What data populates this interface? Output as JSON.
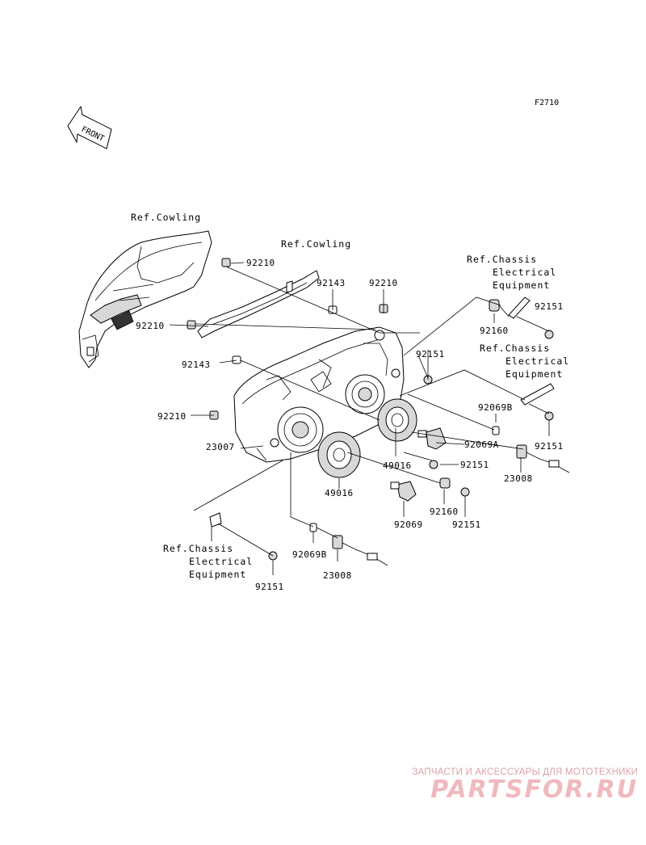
{
  "figure_code": "F2710",
  "front_arrow": "FRONT",
  "labels": {
    "ref_cowling_left": "Ref.Cowling",
    "ref_cowling_right": "Ref.Cowling",
    "ref_chassis_top_1": "Ref.Chassis",
    "ref_chassis_top_2": "Electrical",
    "ref_chassis_top_3": "Equipment",
    "ref_chassis_mid_1": "Ref.Chassis",
    "ref_chassis_mid_2": "Electrical",
    "ref_chassis_mid_3": "Equipment",
    "ref_chassis_bot_1": "Ref.Chassis",
    "ref_chassis_bot_2": "Electrical",
    "ref_chassis_bot_3": "Equipment"
  },
  "parts": {
    "p92210_a": "92210",
    "p92143_a": "92143",
    "p92210_b": "92210",
    "p92210_c": "92210",
    "p92143_b": "92143",
    "p92210_d": "92210",
    "p23007": "23007",
    "p92151_a": "92151",
    "p92160_a": "92160",
    "p92151_b": "92151",
    "p92069B_a": "92069B",
    "p92151_c": "92151",
    "p92069A": "92069A",
    "p49016_a": "49016",
    "p92151_d": "92151",
    "p23008_a": "23008",
    "p49016_b": "49016",
    "p92160_b": "92160",
    "p92151_e": "92151",
    "p92069": "92069",
    "p92069B_b": "92069B",
    "p23008_b": "23008",
    "p92151_f": "92151"
  },
  "watermark": {
    "tagline": "ЗАПЧАСТИ И АКСЕССУАРЫ ДЛЯ МОТОТЕХНИКИ",
    "brand": "PARTSFOR.RU"
  }
}
